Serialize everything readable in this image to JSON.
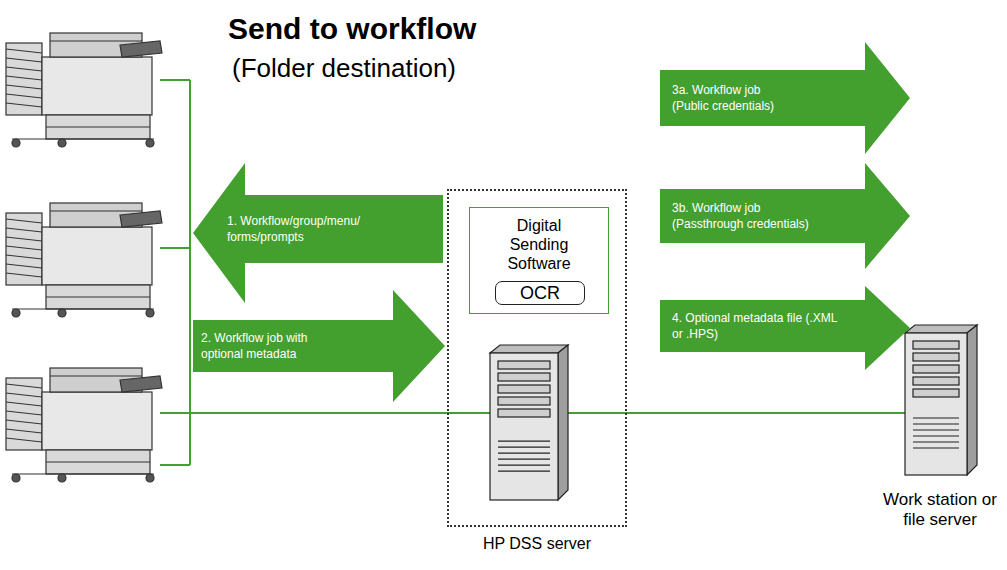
{
  "diagram": {
    "title": "Send to workflow",
    "nodes": [
      {
        "text": [
          "3a. Workflow job (Public credentials)"
        ]
      },
      {
        "text": [
          "1. Workflow/group/menu/ forms/prompts"
        ]
      },
      {
        "text": [
          "HP DSS server"
        ]
      },
      {
        "text": [
          "Digital Sending Software"
        ],
        "in": 2
      },
      {
        "text": [
          "OCR"
        ],
        "in": 3
      },
      {
        "text": [
          "3b. Workflow job (Passthrough credentials)"
        ]
      },
      {
        "text": [
          "2. Workflow job with optional metadata"
        ]
      },
      {
        "text": [
          "4. Optional metadata file (.XML or .HPS)"
        ]
      }
    ],
    "labels": [
      "(Folder destination)",
      "Work station or file server"
    ]
  }
}
